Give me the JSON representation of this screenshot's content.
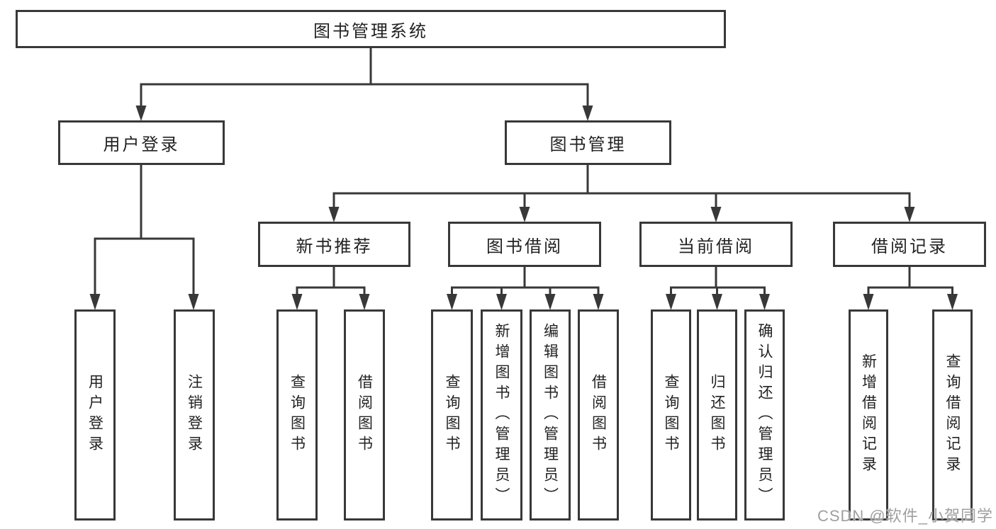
{
  "diagram": {
    "title_node": {
      "label": "图书管理系统"
    },
    "level2": [
      {
        "label": "用户登录"
      },
      {
        "label": "图书管理"
      }
    ],
    "level3": [
      {
        "label": "新书推荐",
        "parent": "图书管理"
      },
      {
        "label": "图书借阅",
        "parent": "图书管理"
      },
      {
        "label": "当前借阅",
        "parent": "图书管理"
      },
      {
        "label": "借阅记录",
        "parent": "图书管理"
      }
    ],
    "leaves": [
      {
        "label": "用户登录",
        "parent": "用户登录"
      },
      {
        "label": "注销登录",
        "parent": "用户登录"
      },
      {
        "label": "查询图书",
        "parent": "新书推荐"
      },
      {
        "label": "借阅图书",
        "parent": "新书推荐"
      },
      {
        "label": "查询图书",
        "parent": "图书借阅"
      },
      {
        "label": "新增图书（管理员）",
        "parent": "图书借阅"
      },
      {
        "label": "编辑图书（管理员）",
        "parent": "图书借阅"
      },
      {
        "label": "借阅图书",
        "parent": "图书借阅"
      },
      {
        "label": "查询图书",
        "parent": "当前借阅"
      },
      {
        "label": "归还图书",
        "parent": "当前借阅"
      },
      {
        "label": "确认归还（管理员）",
        "parent": "当前借阅"
      },
      {
        "label": "新增借阅记录",
        "parent": "借阅记录"
      },
      {
        "label": "查询借阅记录",
        "parent": "借阅记录"
      }
    ]
  },
  "watermark": {
    "text": "CSDN @软件_小贺同学"
  },
  "colors": {
    "line": "#383838",
    "box_border": "#383838",
    "box_fill": "#ffffff",
    "text": "#222222",
    "watermark": "#9f9f9f",
    "background": "#ffffff"
  }
}
